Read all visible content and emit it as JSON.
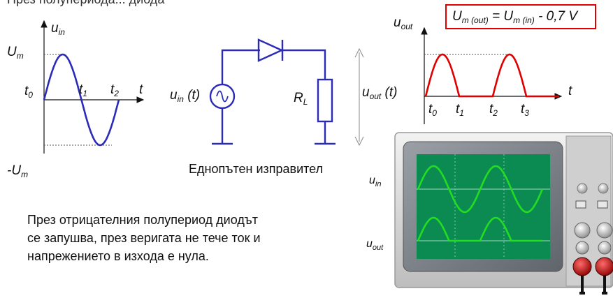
{
  "top_text": "През полупериода... диода",
  "left_graph": {
    "u_label": "u",
    "u_sub": "in",
    "um_label": "U",
    "um_sub": "m",
    "neg_um_label": "-U",
    "neg_um_sub": "m",
    "t0": "t",
    "t0_sub": "0",
    "t1": "t",
    "t1_sub": "1",
    "t2": "t",
    "t2_sub": "2",
    "t_axis": "t",
    "wave_color": "#2b2bb8"
  },
  "circuit": {
    "source_label": "u",
    "source_sub": "in",
    "source_suffix": " (t)",
    "resistor_label": "R",
    "resistor_sub": "L",
    "out_label": "u",
    "out_sub": "out",
    "out_suffix": " (t)",
    "caption": "Еднопътен изправител",
    "wire_color": "#2b2bb8"
  },
  "right_graph": {
    "u_label": "u",
    "u_sub": "out",
    "t0": "t",
    "t0_sub": "0",
    "t1": "t",
    "t1_sub": "1",
    "t2": "t",
    "t2_sub": "2",
    "t3": "t",
    "t3_sub": "3",
    "t_axis": "t",
    "wave_color": "#e00000"
  },
  "formula": {
    "lhs": "U",
    "lhs_sub": "m (out)",
    "mid": " = U",
    "mid_sub": "m (in)",
    "rhs": " - 0,7 V"
  },
  "oscilloscope": {
    "in_label": "u",
    "in_sub": "in",
    "out_label": "u",
    "out_sub": "out",
    "trace_color": "#22dd22"
  },
  "explanation": {
    "line1": "През отрицателния полупериод диодът",
    "line2": "се запушва, през веригата не тече ток и",
    "line3": "напрежението в изхода е нула."
  }
}
